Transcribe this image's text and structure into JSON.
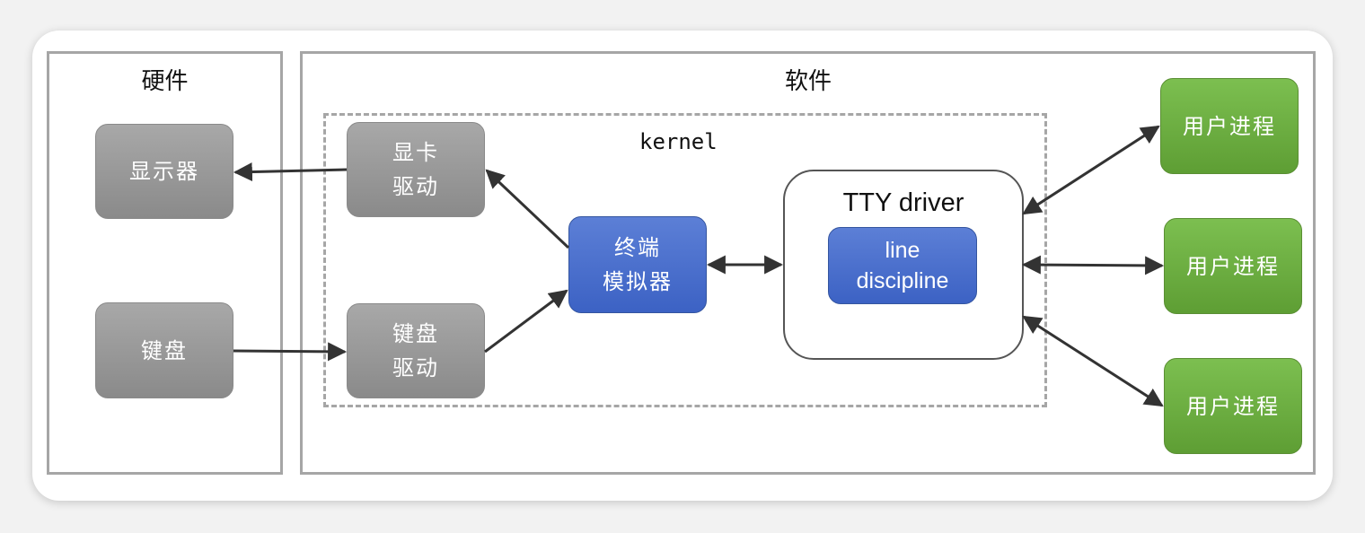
{
  "panels": {
    "hardware_label": "硬件",
    "software_label": "软件",
    "kernel_label": "kernel"
  },
  "hardware": {
    "display": "显示器",
    "keyboard": "键盘"
  },
  "kernel": {
    "gpu_driver": [
      "显卡",
      "驱动"
    ],
    "keyboard_driver": [
      "键盘",
      "驱动"
    ],
    "terminal_emulator": [
      "终端",
      "模拟器"
    ],
    "tty_driver": "TTY driver",
    "line_discipline": [
      "line",
      "discipline"
    ]
  },
  "user_processes": [
    "用户进程",
    "用户进程",
    "用户进程"
  ],
  "colors": {
    "gray_box": "#999999",
    "blue_box": "#4a6fcf",
    "green_box": "#6aad3f",
    "panel_border": "#a6a6a6",
    "arrow": "#333333"
  }
}
